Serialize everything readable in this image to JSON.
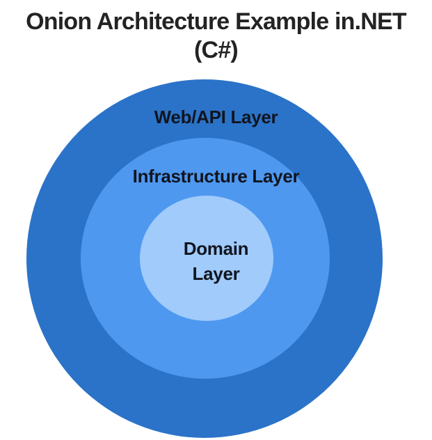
{
  "title": {
    "line1": "Onion Architecture Example in.NET",
    "line2": "(C#)"
  },
  "diagram": {
    "type": "onion-architecture-concentric-circles",
    "layers": [
      {
        "name": "web-api-layer",
        "label": "Web/API Layer",
        "color": "#2B73C8",
        "ring": "outer"
      },
      {
        "name": "infrastructure-layer",
        "label": "Infrastructure Layer",
        "color": "#4E98F0",
        "ring": "middle"
      },
      {
        "name": "domain-layer",
        "label": "Domain Layer",
        "label_lines": {
          "line1": "Domain",
          "line2": "Layer"
        },
        "color": "#A0CBFB",
        "ring": "inner"
      }
    ],
    "label_text_color": "#11151f",
    "background_color": "#ffffff"
  }
}
